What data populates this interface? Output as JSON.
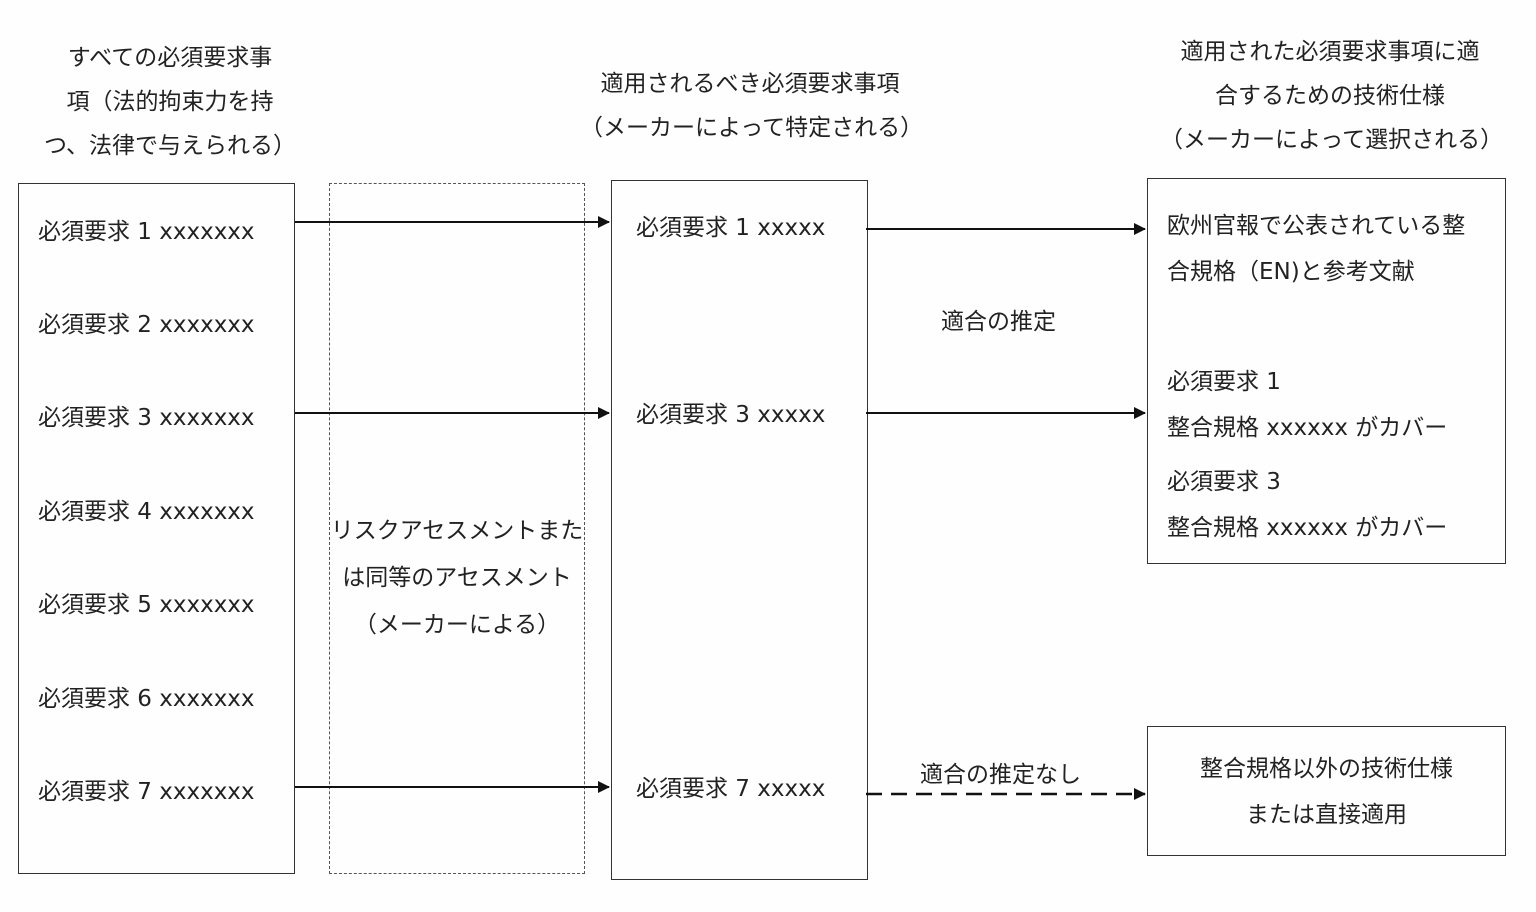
{
  "headers": {
    "all_requirements": [
      "すべての必須要求事",
      "項（法的拘束力を持",
      "つ、法律で与えられる）"
    ],
    "applicable_requirements": [
      "適用されるべき必須要求事項",
      "（メーカーによって特定される）"
    ],
    "technical_specs": [
      "適用された必須要求事項に適",
      "合するための技術仕様",
      "（メーカーによって選択される）"
    ]
  },
  "all_list": [
    "必須要求 1 xxxxxxx",
    "必須要求 2 xxxxxxx",
    "必須要求 3 xxxxxxx",
    "必須要求 4 xxxxxxx",
    "必須要求 5 xxxxxxx",
    "必須要求 6 xxxxxxx",
    "必須要求 7 xxxxxxx"
  ],
  "risk_assessment": [
    "リスクアセスメントまた",
    "は同等のアセスメント",
    "（メーカーによる）"
  ],
  "applicable_list": [
    "必須要求 1 xxxxx",
    "必須要求 3 xxxxx",
    "必須要求 7 xxxxx"
  ],
  "presumption": "適合の推定",
  "no_presumption": "適合の推定なし",
  "harmonized_box": {
    "lines": [
      "欧州官報で公表されている整",
      "合規格（EN)と参考文献",
      "必須要求 1",
      "整合規格 xxxxxx がカバー",
      "必須要求 3",
      "整合規格 xxxxxx がカバー"
    ]
  },
  "other_spec_box": {
    "lines": [
      "整合規格以外の技術仕様",
      "または直接適用"
    ]
  }
}
